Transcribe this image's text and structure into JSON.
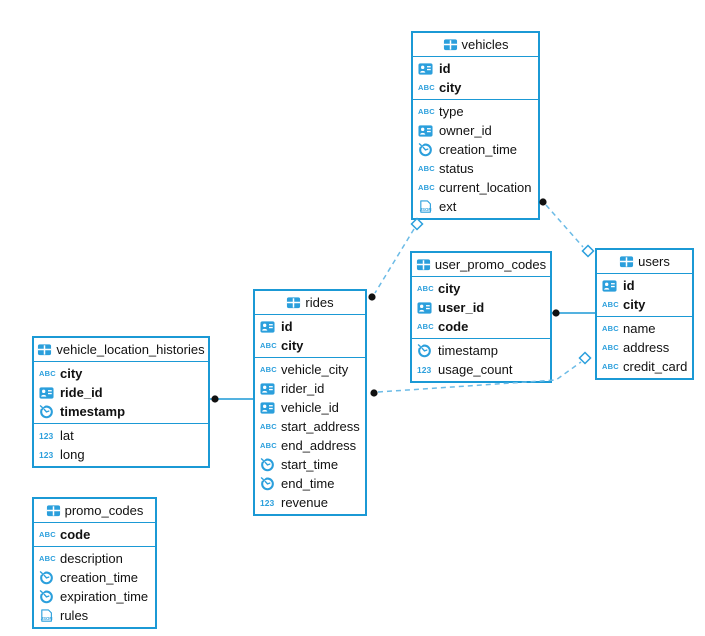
{
  "diagram_type": "database-schema-er-diagram",
  "colors": {
    "table_border": "#1b99d5",
    "icon_blue": "#2b9fdc",
    "dashed_line": "#6cbbe6",
    "solid_line": "#1b99d5",
    "connector_dot": "#111111",
    "text": "#111111",
    "background": "#ffffff"
  },
  "tables": [
    {
      "name": "vehicles",
      "key_columns": [
        {
          "name": "id",
          "type_icon": "id-icon"
        },
        {
          "name": "city",
          "type_icon": "text-icon"
        }
      ],
      "columns": [
        {
          "name": "type",
          "type_icon": "text-icon"
        },
        {
          "name": "owner_id",
          "type_icon": "id-icon"
        },
        {
          "name": "creation_time",
          "type_icon": "time-icon"
        },
        {
          "name": "status",
          "type_icon": "text-icon"
        },
        {
          "name": "current_location",
          "type_icon": "text-icon"
        },
        {
          "name": "ext",
          "type_icon": "json-icon"
        }
      ]
    },
    {
      "name": "user_promo_codes",
      "key_columns": [
        {
          "name": "city",
          "type_icon": "text-icon"
        },
        {
          "name": "user_id",
          "type_icon": "id-icon"
        },
        {
          "name": "code",
          "type_icon": "text-icon"
        }
      ],
      "columns": [
        {
          "name": "timestamp",
          "type_icon": "time-icon"
        },
        {
          "name": "usage_count",
          "type_icon": "num-icon"
        }
      ]
    },
    {
      "name": "users",
      "key_columns": [
        {
          "name": "id",
          "type_icon": "id-icon"
        },
        {
          "name": "city",
          "type_icon": "text-icon"
        }
      ],
      "columns": [
        {
          "name": "name",
          "type_icon": "text-icon"
        },
        {
          "name": "address",
          "type_icon": "text-icon"
        },
        {
          "name": "credit_card",
          "type_icon": "text-icon"
        }
      ]
    },
    {
      "name": "rides",
      "key_columns": [
        {
          "name": "id",
          "type_icon": "id-icon"
        },
        {
          "name": "city",
          "type_icon": "text-icon"
        }
      ],
      "columns": [
        {
          "name": "vehicle_city",
          "type_icon": "text-icon"
        },
        {
          "name": "rider_id",
          "type_icon": "id-icon"
        },
        {
          "name": "vehicle_id",
          "type_icon": "id-icon"
        },
        {
          "name": "start_address",
          "type_icon": "text-icon"
        },
        {
          "name": "end_address",
          "type_icon": "text-icon"
        },
        {
          "name": "start_time",
          "type_icon": "time-icon"
        },
        {
          "name": "end_time",
          "type_icon": "time-icon"
        },
        {
          "name": "revenue",
          "type_icon": "num-icon"
        }
      ]
    },
    {
      "name": "vehicle_location_histories",
      "key_columns": [
        {
          "name": "city",
          "type_icon": "text-icon"
        },
        {
          "name": "ride_id",
          "type_icon": "id-icon"
        },
        {
          "name": "timestamp",
          "type_icon": "time-icon"
        }
      ],
      "columns": [
        {
          "name": "lat",
          "type_icon": "num-icon"
        },
        {
          "name": "long",
          "type_icon": "num-icon"
        }
      ]
    },
    {
      "name": "promo_codes",
      "key_columns": [
        {
          "name": "code",
          "type_icon": "text-icon"
        }
      ],
      "columns": [
        {
          "name": "description",
          "type_icon": "text-icon"
        },
        {
          "name": "creation_time",
          "type_icon": "time-icon"
        },
        {
          "name": "expiration_time",
          "type_icon": "time-icon"
        },
        {
          "name": "rules",
          "type_icon": "json-icon"
        }
      ]
    }
  ],
  "relationships": [
    {
      "from_table": "vehicles",
      "to_table": "users",
      "from_marker": "dot",
      "to_marker": "diamond",
      "line_style": "dashed"
    },
    {
      "from_table": "rides",
      "to_table": "vehicles",
      "from_marker": "dot",
      "to_marker": "diamond",
      "line_style": "dashed"
    },
    {
      "from_table": "rides",
      "to_table": "users",
      "from_marker": "dot",
      "to_marker": "diamond",
      "line_style": "dashed"
    },
    {
      "from_table": "user_promo_codes",
      "to_table": "users",
      "from_marker": "dot",
      "to_marker": "none",
      "line_style": "solid"
    },
    {
      "from_table": "vehicle_location_histories",
      "to_table": "rides",
      "from_marker": "dot",
      "to_marker": "none",
      "line_style": "solid"
    }
  ]
}
